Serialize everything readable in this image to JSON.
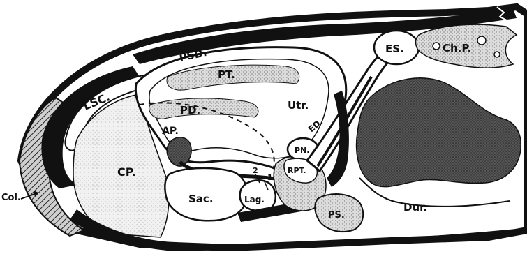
{
  "figure": {
    "colors": {
      "ink": "#111111",
      "paper": "#ffffff",
      "stipple_light": "#e6e6e6",
      "stipple_mid": "#c9c9c9",
      "stipple_dark": "#4a4a4a"
    }
  },
  "labels": {
    "psd": "PSD.",
    "pt": "PT.",
    "lsc": "LSC.",
    "pd": "PD.",
    "utr": "Utr.",
    "ap": "AP.",
    "cp": "CP.",
    "sac": "Sac.",
    "lag": "Lag.",
    "pn": "PN.",
    "rpt": "RPT.",
    "ed": "ED.",
    "es": "ES.",
    "chp": "Ch.P.",
    "ps": "PS.",
    "dur": "Dur.",
    "col": "Col.",
    "num1": "1",
    "num2": "2"
  }
}
